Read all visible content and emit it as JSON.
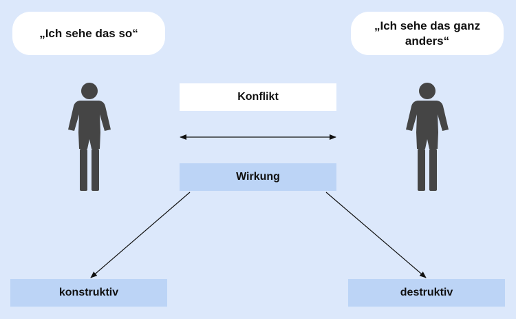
{
  "left_person": {
    "speech": "„Ich sehe das so“"
  },
  "right_person": {
    "speech": "„Ich sehe das ganz anders“"
  },
  "center": {
    "conflict_label": "Konflikt",
    "effect_label": "Wirkung"
  },
  "outcomes": {
    "constructive_label": "konstruktiv",
    "destructive_label": "destruktiv"
  },
  "colors": {
    "background": "#dce8fb",
    "light_box": "#bcd4f6",
    "figure": "#454545"
  },
  "icons": {
    "person": "person-icon"
  }
}
